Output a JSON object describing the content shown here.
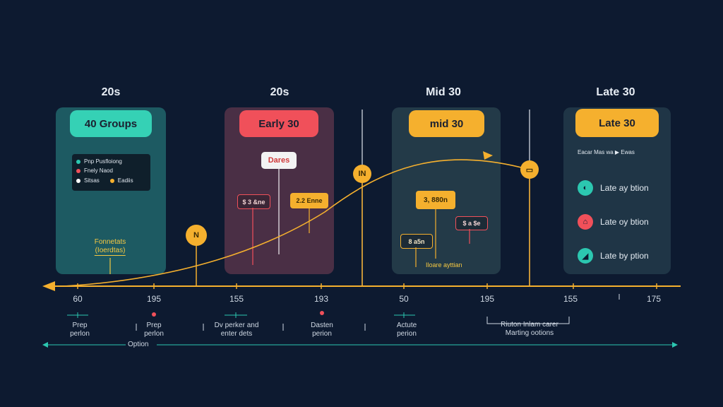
{
  "columns": [
    {
      "head": "20s",
      "pill": "40 Groups"
    },
    {
      "head": "20s",
      "pill": "Early 30"
    },
    {
      "head": "Mid 30",
      "pill": "mid 30"
    },
    {
      "head": "Late 30",
      "pill": "Late 30"
    }
  ],
  "legend": [
    {
      "label": "Pnp Pusfloiong",
      "color": "#2cc7b0"
    },
    {
      "label": "Fnely Naod",
      "color": "#f0505a"
    },
    {
      "label": "Sitsas",
      "color": "#ffffff"
    },
    {
      "label": "Eadiis",
      "color": "#f5b02e"
    }
  ],
  "panel1_caption": {
    "line1": "Fonnetats",
    "line2": "(Ioerdtas)"
  },
  "panel2": {
    "callout": "Dares",
    "tag_left": "$ 3 &ne",
    "tag_right": "2.2 Enne"
  },
  "panel3": {
    "tag_top": "3, 880n",
    "tag_left": "8 a5n",
    "tag_right": "$ a $e",
    "caption": "Iloare ayttian"
  },
  "late": {
    "header_row": "Eacar Mas wa ▶ Ewas",
    "items": [
      {
        "label": "Late ay btion",
        "icon": "◐",
        "color": "#2cc7b0"
      },
      {
        "label": "Late oy btion",
        "icon": "⌂",
        "color": "#f0505a"
      },
      {
        "label": "Late by ption",
        "icon": "◢",
        "color": "#2cc7b0"
      }
    ]
  },
  "markers": [
    {
      "label": "N"
    },
    {
      "label": "IN"
    },
    {
      "label": "▭"
    }
  ],
  "ticks": [
    "60",
    "195",
    "155",
    "193",
    "50",
    "195",
    "155",
    "175"
  ],
  "sub_labels": [
    {
      "line1": "Prep",
      "line2": "perlon"
    },
    {
      "line1": "Prep",
      "line2": "perlon"
    },
    {
      "line1": "Dv perker and",
      "line2": "enter dets"
    },
    {
      "line1": "Dasten",
      "line2": "perion"
    },
    {
      "line1": "Actute",
      "line2": "perion"
    },
    {
      "line1": "Riuton Inlam carer",
      "line2": "Marting ootions"
    }
  ],
  "bottom_label": "Option",
  "colors": {
    "teal": "#2cc7b0",
    "red": "#f0505a",
    "orange": "#f5b02e",
    "bg": "#0d1a30"
  }
}
